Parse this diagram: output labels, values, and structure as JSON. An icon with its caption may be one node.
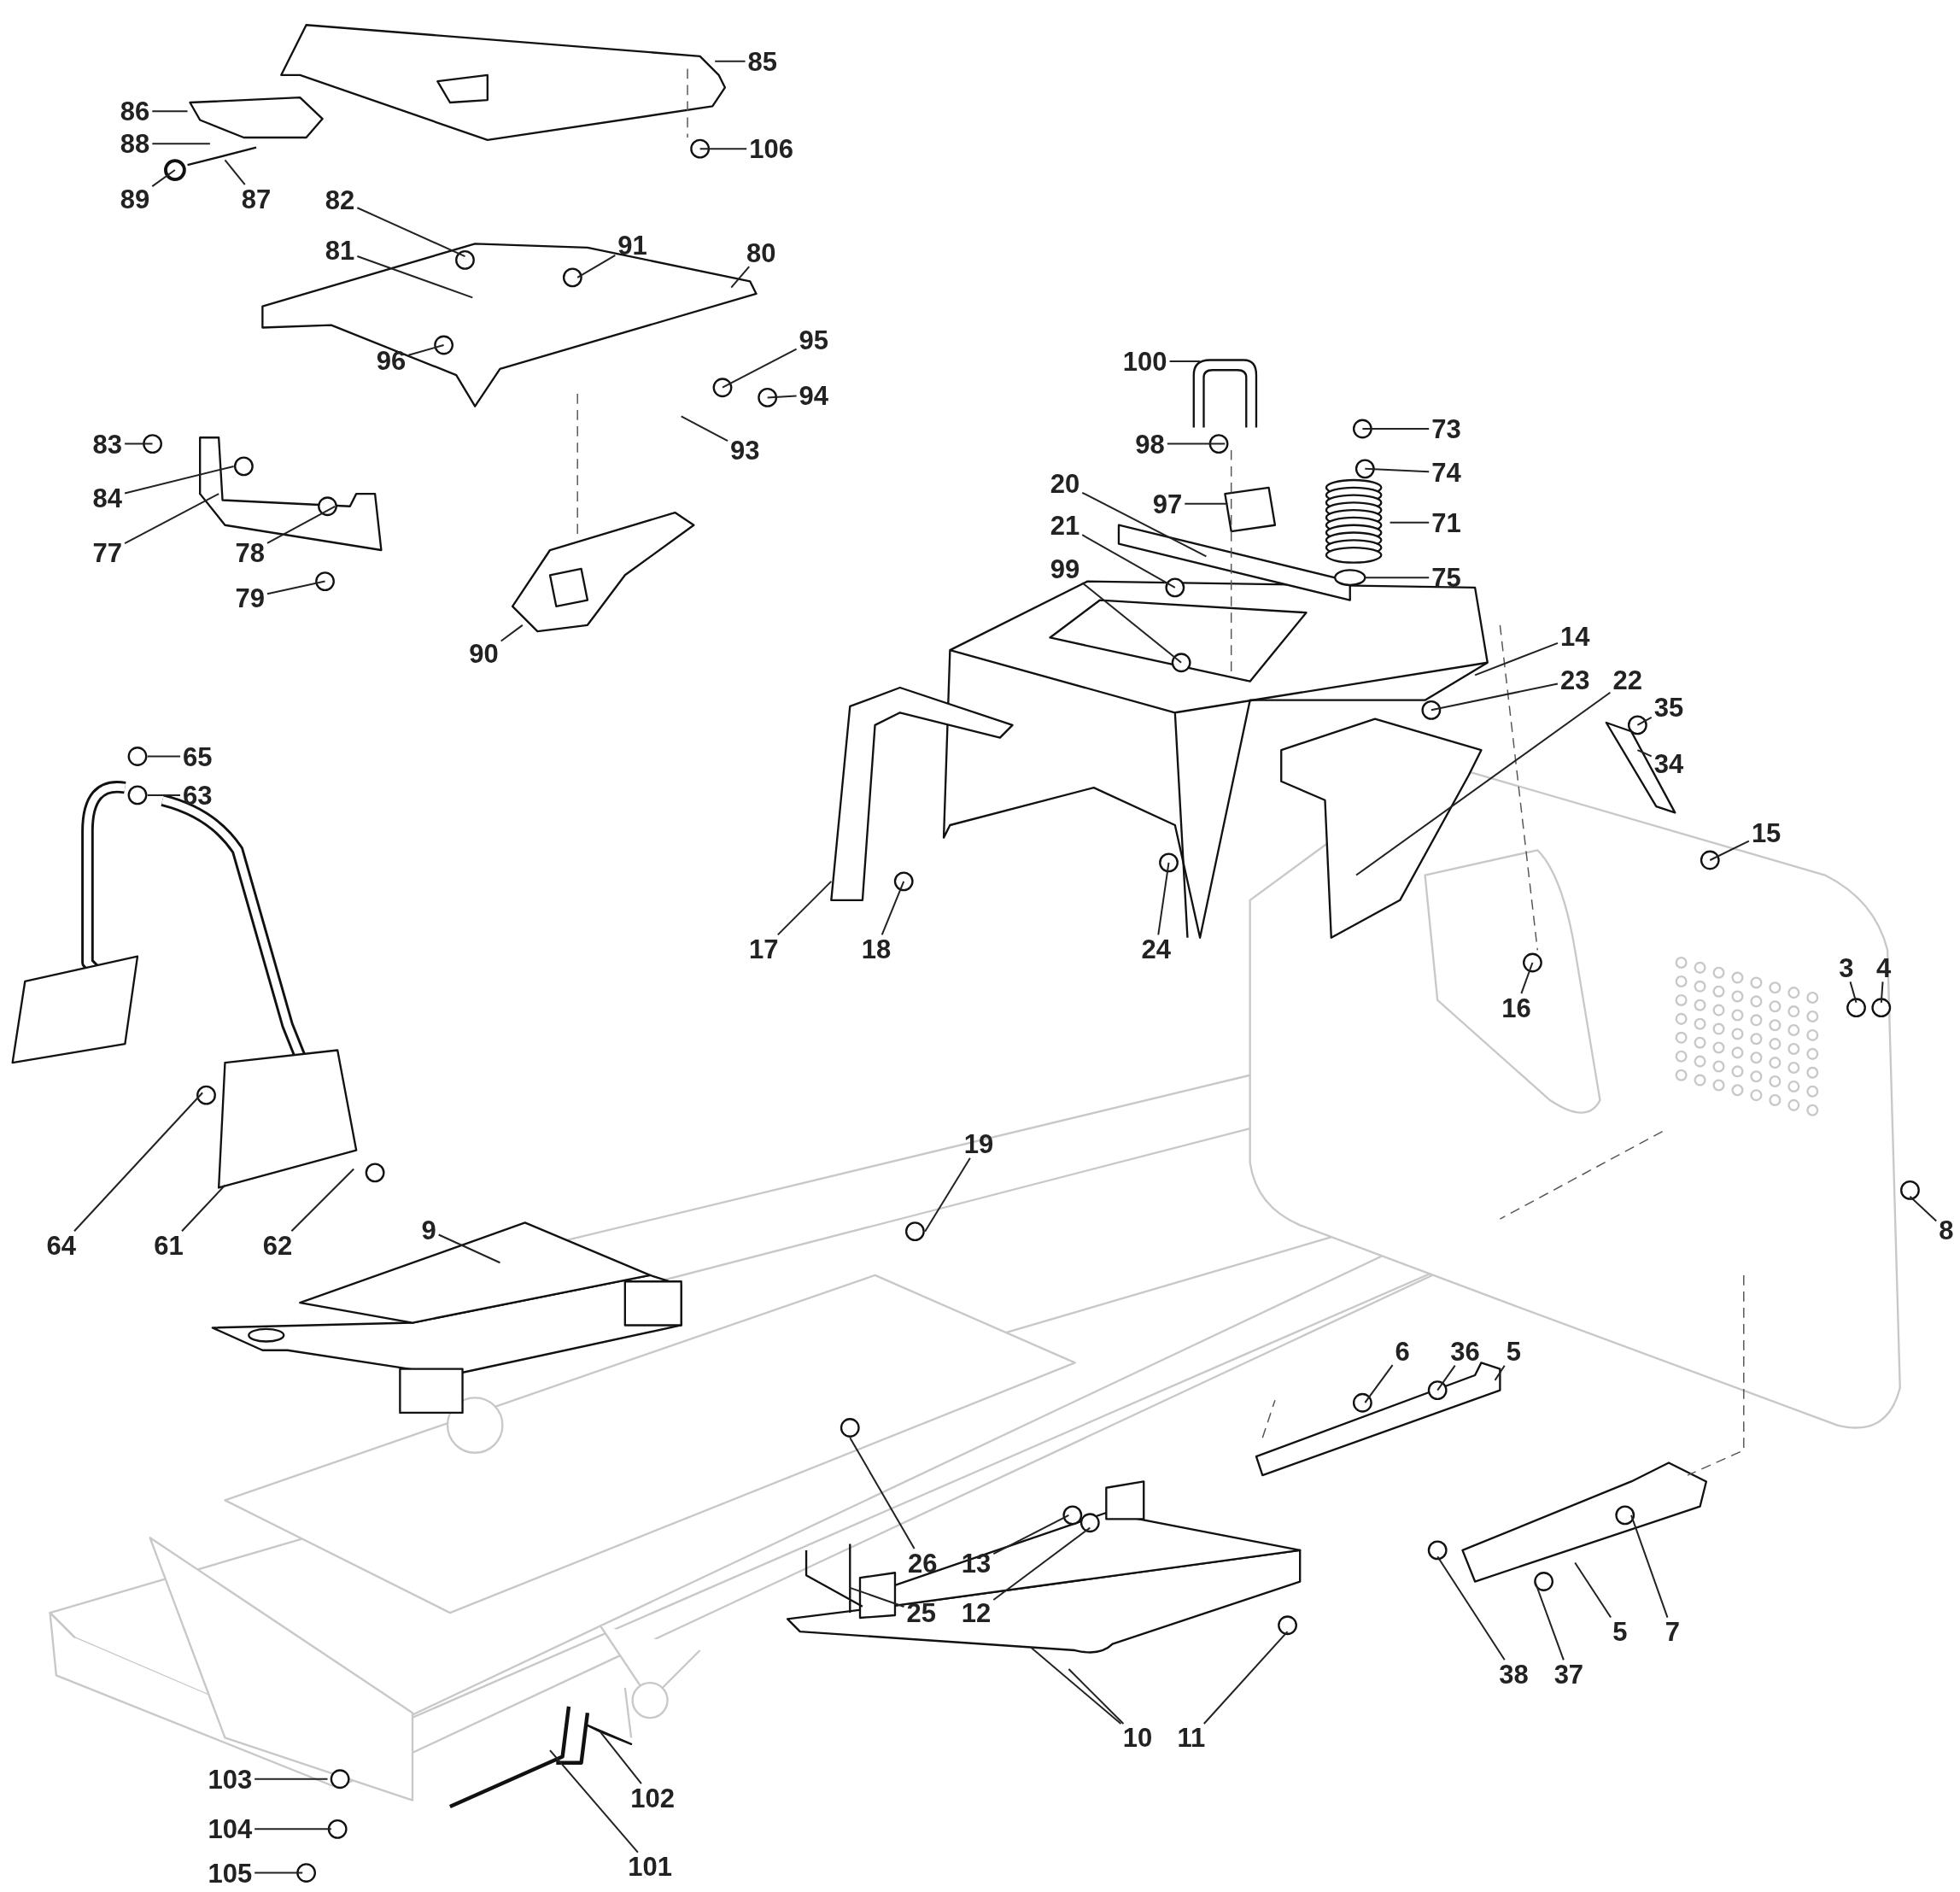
{
  "diagram": {
    "nodes": [
      {
        "text": [
          "85"
        ]
      },
      {
        "text": [
          "86"
        ]
      },
      {
        "text": [
          "88"
        ]
      },
      {
        "text": [
          "89"
        ]
      },
      {
        "text": [
          "87"
        ]
      },
      {
        "text": [
          "106"
        ]
      },
      {
        "text": [
          "82"
        ]
      },
      {
        "text": [
          "81"
        ]
      },
      {
        "text": [
          "91"
        ]
      },
      {
        "text": [
          "80"
        ]
      },
      {
        "text": [
          "96"
        ]
      },
      {
        "text": [
          "95"
        ]
      },
      {
        "text": [
          "94"
        ]
      },
      {
        "text": [
          "93"
        ]
      },
      {
        "text": [
          "83"
        ]
      },
      {
        "text": [
          "84"
        ]
      },
      {
        "text": [
          "77"
        ]
      },
      {
        "text": [
          "78"
        ]
      },
      {
        "text": [
          "79"
        ]
      },
      {
        "text": [
          "90"
        ]
      },
      {
        "text": [
          "100"
        ]
      },
      {
        "text": [
          "98"
        ]
      },
      {
        "text": [
          "97"
        ]
      },
      {
        "text": [
          "73"
        ]
      },
      {
        "text": [
          "74"
        ]
      },
      {
        "text": [
          "71"
        ]
      },
      {
        "text": [
          "75"
        ]
      },
      {
        "text": [
          "20"
        ]
      },
      {
        "text": [
          "21"
        ]
      },
      {
        "text": [
          "99"
        ]
      },
      {
        "text": [
          "14"
        ]
      },
      {
        "text": [
          "23"
        ]
      },
      {
        "text": [
          "22"
        ]
      },
      {
        "text": [
          "35"
        ]
      },
      {
        "text": [
          "34"
        ]
      },
      {
        "text": [
          "15"
        ]
      },
      {
        "text": [
          "16"
        ]
      },
      {
        "text": [
          "3"
        ]
      },
      {
        "text": [
          "4"
        ]
      },
      {
        "text": [
          "8"
        ]
      },
      {
        "text": [
          "65"
        ]
      },
      {
        "text": [
          "63"
        ]
      },
      {
        "text": [
          "17"
        ]
      },
      {
        "text": [
          "18"
        ]
      },
      {
        "text": [
          "24"
        ]
      },
      {
        "text": [
          "64"
        ]
      },
      {
        "text": [
          "61"
        ]
      },
      {
        "text": [
          "62"
        ]
      },
      {
        "text": [
          "19"
        ]
      },
      {
        "text": [
          "9"
        ]
      },
      {
        "text": [
          "6"
        ]
      },
      {
        "text": [
          "36"
        ]
      },
      {
        "text": [
          "5"
        ]
      },
      {
        "text": [
          "26"
        ]
      },
      {
        "text": [
          "25"
        ]
      },
      {
        "text": [
          "13"
        ]
      },
      {
        "text": [
          "12"
        ]
      },
      {
        "text": [
          "10"
        ]
      },
      {
        "text": [
          "11"
        ]
      },
      {
        "text": [
          "38"
        ]
      },
      {
        "text": [
          "37"
        ]
      },
      {
        "text": [
          "5"
        ]
      },
      {
        "text": [
          "7"
        ]
      },
      {
        "text": [
          "103"
        ]
      },
      {
        "text": [
          "104"
        ]
      },
      {
        "text": [
          "105"
        ]
      },
      {
        "text": [
          "101"
        ]
      },
      {
        "text": [
          "102"
        ]
      }
    ],
    "edges": [
      {
        "from": 0,
        "to": null,
        "arrow": "none"
      },
      {
        "from": 1,
        "to": null,
        "arrow": "none"
      },
      {
        "from": 2,
        "to": null,
        "arrow": "none"
      },
      {
        "from": 3,
        "to": null,
        "arrow": "none"
      },
      {
        "from": 4,
        "to": null,
        "arrow": "none"
      },
      {
        "from": 5,
        "to": null,
        "arrow": "none"
      },
      {
        "from": 6,
        "to": null,
        "arrow": "none"
      },
      {
        "from": 7,
        "to": null,
        "arrow": "none"
      },
      {
        "from": 8,
        "to": null,
        "arrow": "none"
      },
      {
        "from": 9,
        "to": null,
        "arrow": "none"
      },
      {
        "from": 10,
        "to": null,
        "arrow": "none"
      },
      {
        "from": 11,
        "to": null,
        "arrow": "none"
      },
      {
        "from": 12,
        "to": null,
        "arrow": "none"
      },
      {
        "from": 13,
        "to": null,
        "arrow": "none"
      },
      {
        "from": 14,
        "to": null,
        "arrow": "none"
      },
      {
        "from": 15,
        "to": null,
        "arrow": "none"
      },
      {
        "from": 16,
        "to": null,
        "arrow": "none"
      },
      {
        "from": 17,
        "to": null,
        "arrow": "none"
      },
      {
        "from": 18,
        "to": null,
        "arrow": "none"
      },
      {
        "from": 19,
        "to": null,
        "arrow": "none"
      },
      {
        "from": 20,
        "to": null,
        "arrow": "none"
      },
      {
        "from": 21,
        "to": null,
        "arrow": "none"
      },
      {
        "from": 22,
        "to": null,
        "arrow": "none"
      },
      {
        "from": 23,
        "to": null,
        "arrow": "none"
      },
      {
        "from": 24,
        "to": null,
        "arrow": "none"
      },
      {
        "from": 25,
        "to": null,
        "arrow": "none"
      },
      {
        "from": 26,
        "to": null,
        "arrow": "none"
      },
      {
        "from": 27,
        "to": null,
        "arrow": "none"
      },
      {
        "from": 28,
        "to": null,
        "arrow": "none"
      },
      {
        "from": 29,
        "to": null,
        "arrow": "none"
      },
      {
        "from": 30,
        "to": null,
        "arrow": "none"
      },
      {
        "from": 31,
        "to": null,
        "arrow": "none"
      },
      {
        "from": 32,
        "to": null,
        "arrow": "none"
      },
      {
        "from": 33,
        "to": null,
        "arrow": "none"
      },
      {
        "from": 34,
        "to": null,
        "arrow": "none"
      },
      {
        "from": 35,
        "to": null,
        "arrow": "none"
      },
      {
        "from": 36,
        "to": null,
        "arrow": "none"
      },
      {
        "from": 37,
        "to": null,
        "arrow": "none"
      },
      {
        "from": 38,
        "to": null,
        "arrow": "none"
      },
      {
        "from": 39,
        "to": null,
        "arrow": "none"
      },
      {
        "from": 40,
        "to": null,
        "arrow": "none"
      },
      {
        "from": 41,
        "to": null,
        "arrow": "none"
      },
      {
        "from": 42,
        "to": null,
        "arrow": "none"
      },
      {
        "from": 43,
        "to": null,
        "arrow": "none"
      },
      {
        "from": 44,
        "to": null,
        "arrow": "none"
      },
      {
        "from": 45,
        "to": null,
        "arrow": "none"
      },
      {
        "from": 46,
        "to": null,
        "arrow": "none"
      },
      {
        "from": 47,
        "to": null,
        "arrow": "none"
      },
      {
        "from": 48,
        "to": null,
        "arrow": "none"
      },
      {
        "from": 49,
        "to": null,
        "arrow": "none"
      },
      {
        "from": 50,
        "to": null,
        "arrow": "none"
      },
      {
        "from": 51,
        "to": null,
        "arrow": "none"
      },
      {
        "from": 52,
        "to": null,
        "arrow": "none"
      },
      {
        "from": 53,
        "to": null,
        "arrow": "none"
      },
      {
        "from": 54,
        "to": null,
        "arrow": "none"
      },
      {
        "from": 55,
        "to": null,
        "arrow": "none"
      },
      {
        "from": 56,
        "to": null,
        "arrow": "none"
      },
      {
        "from": 57,
        "to": null,
        "arrow": "none"
      },
      {
        "from": 57,
        "to": null,
        "arrow": "none"
      },
      {
        "from": 58,
        "to": null,
        "arrow": "none"
      },
      {
        "from": 59,
        "to": null,
        "arrow": "none"
      },
      {
        "from": 60,
        "to": null,
        "arrow": "none"
      },
      {
        "from": 61,
        "to": null,
        "arrow": "none"
      },
      {
        "from": 62,
        "to": null,
        "arrow": "none"
      },
      {
        "from": 63,
        "to": null,
        "arrow": "none"
      },
      {
        "from": 64,
        "to": null,
        "arrow": "none"
      },
      {
        "from": 65,
        "to": null,
        "arrow": "none"
      },
      {
        "from": 66,
        "to": null,
        "arrow": "none"
      },
      {
        "from": 67,
        "to": null,
        "arrow": "none"
      }
    ]
  }
}
